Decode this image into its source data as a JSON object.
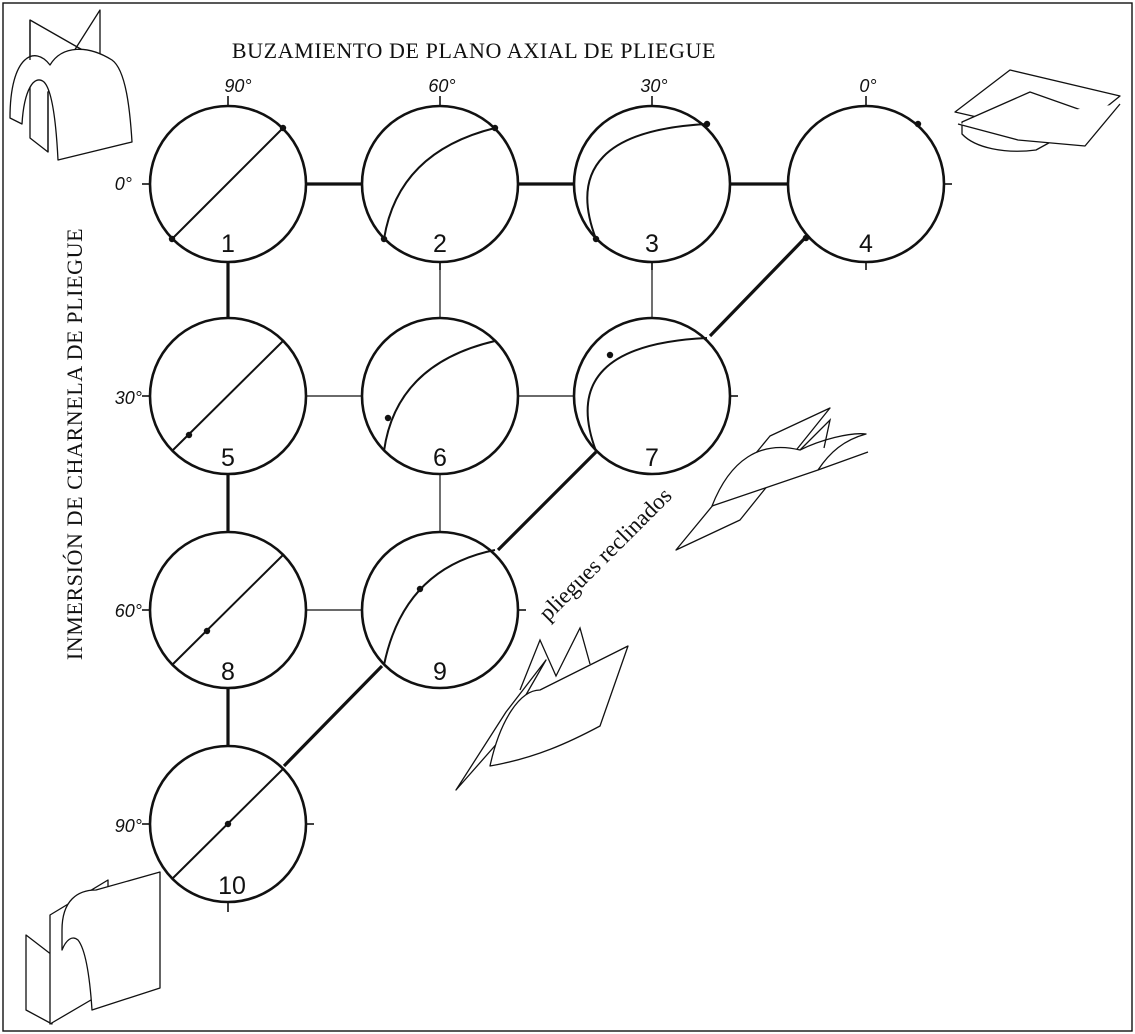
{
  "title": "BUZAMIENTO DE PLANO AXIAL DE  PLIEGUE",
  "side_title": "INMERSIÓN DE CHARNELA DE PLIEGUE",
  "diagonal_label": "pliegues reclinados",
  "dip_labels": [
    "90°",
    "60°",
    "30°",
    "0°"
  ],
  "plunge_labels": [
    "0°",
    "30°",
    "60°",
    "90°"
  ],
  "nets": [
    {
      "number": "1"
    },
    {
      "number": "2"
    },
    {
      "number": "3"
    },
    {
      "number": "4"
    },
    {
      "number": "5"
    },
    {
      "number": "6"
    },
    {
      "number": "7"
    },
    {
      "number": "8"
    },
    {
      "number": "9"
    },
    {
      "number": "10"
    }
  ]
}
